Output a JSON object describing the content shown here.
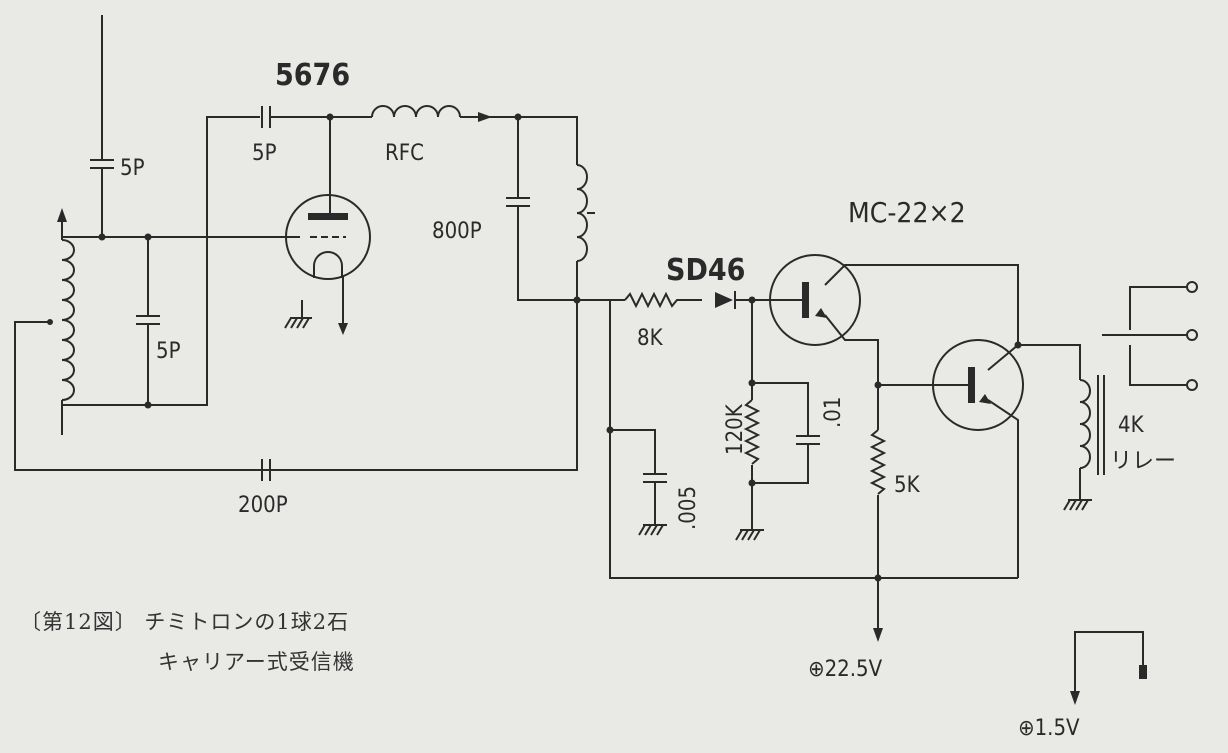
{
  "title": "キャリアー式受信機回路図",
  "labels": {
    "tube": "5676",
    "antenna_cap": "5P",
    "grid_cap": "5P",
    "tank_cap": "5P",
    "rfc": "RFC",
    "cap_800": "800P",
    "cap_200": "200P",
    "diode": "SD46",
    "r_8k": "8K",
    "transistors": "MC-22×2",
    "r_120k": "120K",
    "cap_01": ".01",
    "cap_005": ".005",
    "r_5k": "5K",
    "relay_value": "4K",
    "relay": "リレー",
    "supply_225": "⊕22.5V",
    "supply_15": "⊕1.5V"
  },
  "caption": {
    "line1": "〔第12図〕 チミトロンの1球2石",
    "line2": "キャリアー式受信機"
  }
}
